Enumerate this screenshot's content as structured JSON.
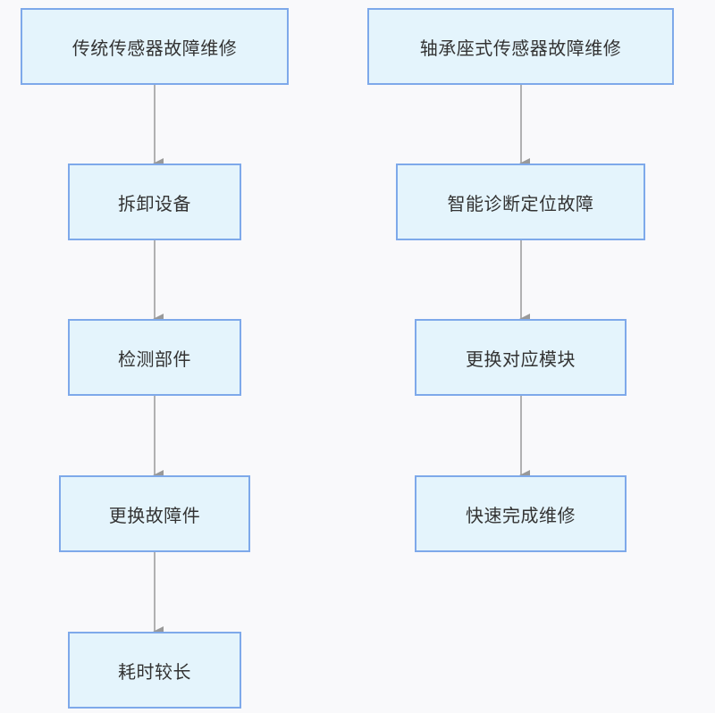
{
  "colors": {
    "background": "#f9f9fb",
    "node_fill": "#e4f4fc",
    "node_border": "#7ea9ea",
    "edge": "#999999",
    "text": "#333333"
  },
  "left_flow": {
    "nodes": [
      "传统传感器故障维修",
      "拆卸设备",
      "检测部件",
      "更换故障件",
      "耗时较长"
    ]
  },
  "right_flow": {
    "nodes": [
      "轴承座式传感器故障维修",
      "智能诊断定位故障",
      "更换对应模块",
      "快速完成维修"
    ]
  }
}
